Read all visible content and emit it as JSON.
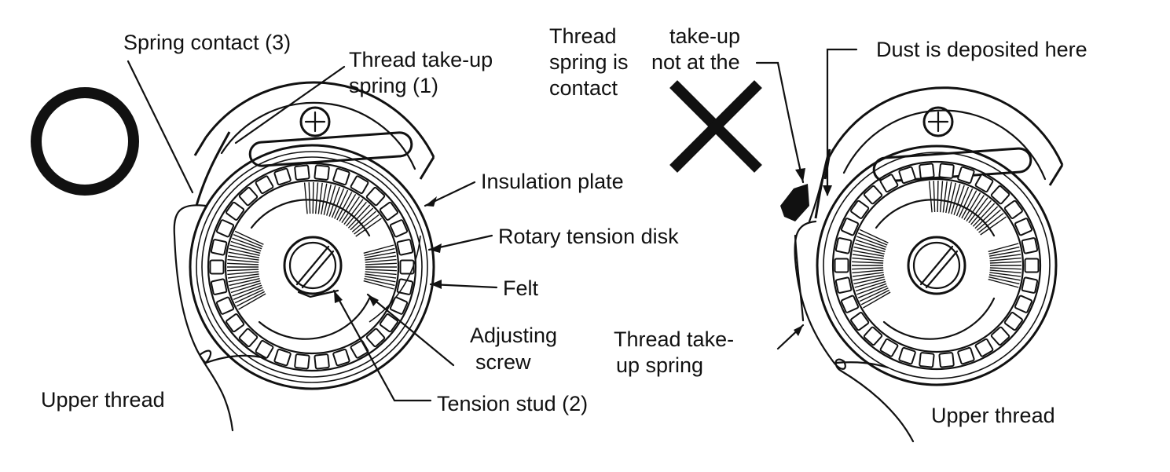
{
  "left_panel": {
    "verdict_icon": "circle-correct-icon",
    "labels": {
      "spring_contact": "Spring contact (3)",
      "take_up_spring_line1": "Thread take-up",
      "take_up_spring_line2": "spring (1)",
      "insulation_plate": "Insulation plate",
      "rotary_tension_disk": "Rotary tension disk",
      "felt": "Felt",
      "adjusting_screw_line1": "Adjusting",
      "adjusting_screw_line2": "screw",
      "tension_stud": "Tension stud (2)",
      "upper_thread": "Upper thread"
    }
  },
  "right_panel": {
    "verdict_icon": "cross-incorrect-icon",
    "labels": {
      "warning_line1_a": "Thread",
      "warning_line1_b": "take-up",
      "warning_line2_a": "spring is",
      "warning_line2_b": "not at the",
      "warning_line3": "contact",
      "dust": "Dust is deposited here",
      "take_up_spring_line1": "Thread take-",
      "take_up_spring_line2": "up spring",
      "upper_thread": "Upper thread"
    }
  }
}
